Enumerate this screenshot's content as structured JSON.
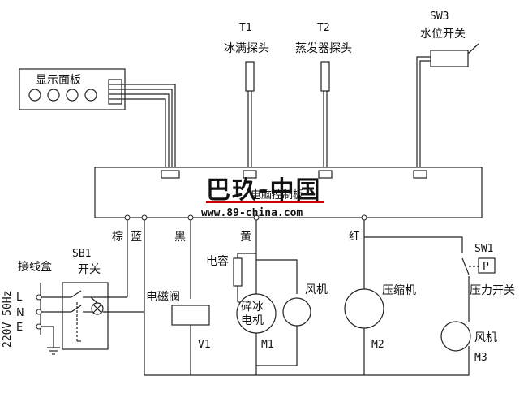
{
  "labels": {
    "display_panel": "显示面板",
    "t1_code": "T1",
    "t1_name": "冰满探头",
    "t2_code": "T2",
    "t2_name": "蒸发器探头",
    "sw3_code": "SW3",
    "sw3_name": "水位开关",
    "controller": "电脑控制板",
    "wire_brown": "棕",
    "wire_blue": "蓝",
    "wire_black": "黑",
    "wire_yellow": "黄",
    "wire_red": "红",
    "junction_box": "接线盒",
    "sb1_code": "SB1",
    "sb1_name": "开关",
    "supply": "220V 50Hz",
    "phase_l": "L",
    "phase_n": "N",
    "phase_e": "E",
    "solenoid": "电磁阀",
    "v1": "V1",
    "capacitor": "电容",
    "crusher_motor_1": "碎冰",
    "crusher_motor_2": "电机",
    "fan_1": "风机",
    "m1": "M1",
    "compressor": "压缩机",
    "m2": "M2",
    "sw1_code": "SW1",
    "sw1_symbol": "P",
    "pressure_switch": "压力开关",
    "fan_2": "风机",
    "m3": "M3"
  },
  "watermark": {
    "text": "巴玖-中国",
    "url": "www.89-china.com"
  }
}
